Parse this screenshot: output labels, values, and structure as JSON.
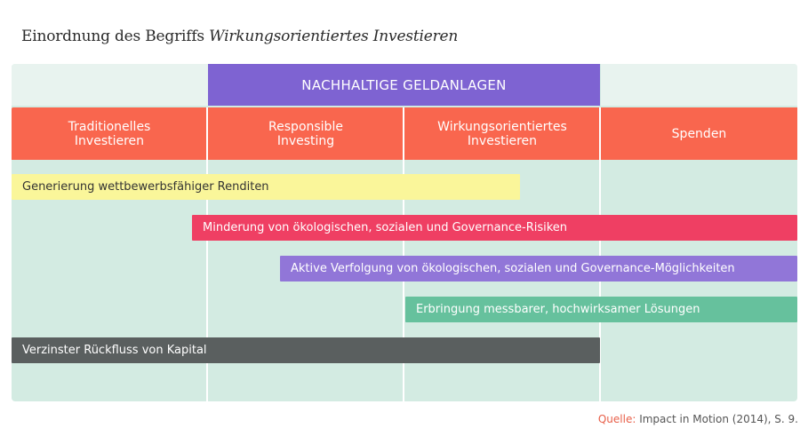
{
  "title": {
    "prefix": "Einordnung des Begriffs ",
    "emphasis": "Wirkungsorientiertes Investieren"
  },
  "top_header": "NACHHALTIGE GELDANLAGEN",
  "columns": [
    "Traditionelles\nInvestieren",
    "Responsible\nInvesting",
    "Wirkungsorientiertes\nInvestieren",
    "Spenden"
  ],
  "bands": [
    {
      "label": "Generierung wettbewerbsfähiger Renditen",
      "color": "#faf69a",
      "text_color": "#333333"
    },
    {
      "label": "Minderung von ökologischen, sozialen und Governance-Risiken",
      "color": "#ef3f63",
      "text_color": "#ffffff"
    },
    {
      "label": "Aktive Verfolgung von ökologischen, sozialen und Governance-Möglichkeiten",
      "color": "#9176d8",
      "text_color": "#ffffff"
    },
    {
      "label": "Erbringung messbarer, hochwirksamer Lösungen",
      "color": "#66c19d",
      "text_color": "#ffffff"
    },
    {
      "label": "Verzinster Rückfluss von Kapital",
      "color": "#5a5f5f",
      "text_color": "#ffffff"
    }
  ],
  "source": {
    "label": "Quelle:",
    "text": " Impact in Motion (2014), S. 9."
  }
}
